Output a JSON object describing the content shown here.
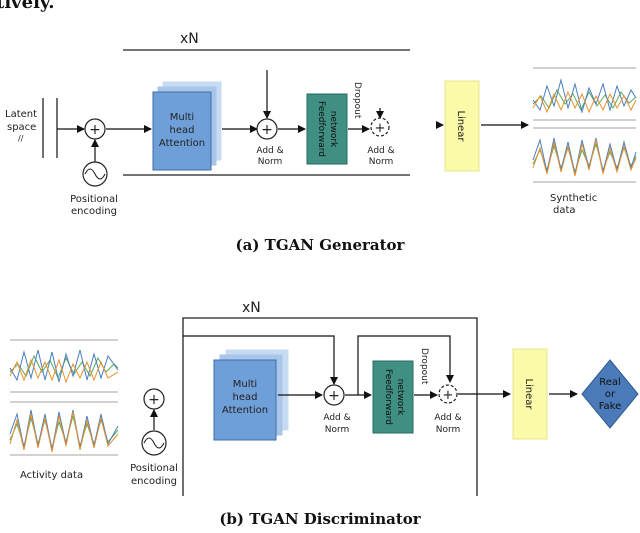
{
  "header_fragment": "tively.",
  "generator": {
    "caption": "(a) TGAN Generator",
    "repeat_label": "xN",
    "latent_line1": "Latent",
    "latent_line2": "space",
    "latent_symbol": "//",
    "positional_line1": "Positional",
    "positional_line2": "encoding",
    "attention_line1": "Multi",
    "attention_line2": "head",
    "attention_line3": "Attention",
    "ffn_line1": "Feedforward",
    "ffn_line2": "network",
    "dropout_label": "Dropout",
    "addnorm_line1": "Add &",
    "addnorm_line2": "Norm",
    "linear_label": "Linear",
    "output_line1": "Synthetic",
    "output_line2": "data"
  },
  "discriminator": {
    "caption": "(b) TGAN Discriminator",
    "repeat_label": "xN",
    "input_label": "Activity data",
    "positional_line1": "Positional",
    "positional_line2": "encoding",
    "attention_line1": "Multi",
    "attention_line2": "head",
    "attention_line3": "Attention",
    "ffn_line1": "Feedforward",
    "ffn_line2": "network",
    "dropout_label": "Dropout",
    "addnorm_line1": "Add &",
    "addnorm_line2": "Norm",
    "linear_label": "Linear",
    "decision_line1": "Real",
    "decision_line2": "or",
    "decision_line3": "Fake"
  },
  "colors": {
    "attention": "#6f9fd8",
    "attention_shadow": "#c7dcf3",
    "ffn": "#3f8f82",
    "linear": "#fafaa8",
    "decision": "#4a7ab8",
    "series_blue": "#4a7fc0",
    "series_orange": "#e8902c",
    "series_green": "#5aaa5a"
  }
}
